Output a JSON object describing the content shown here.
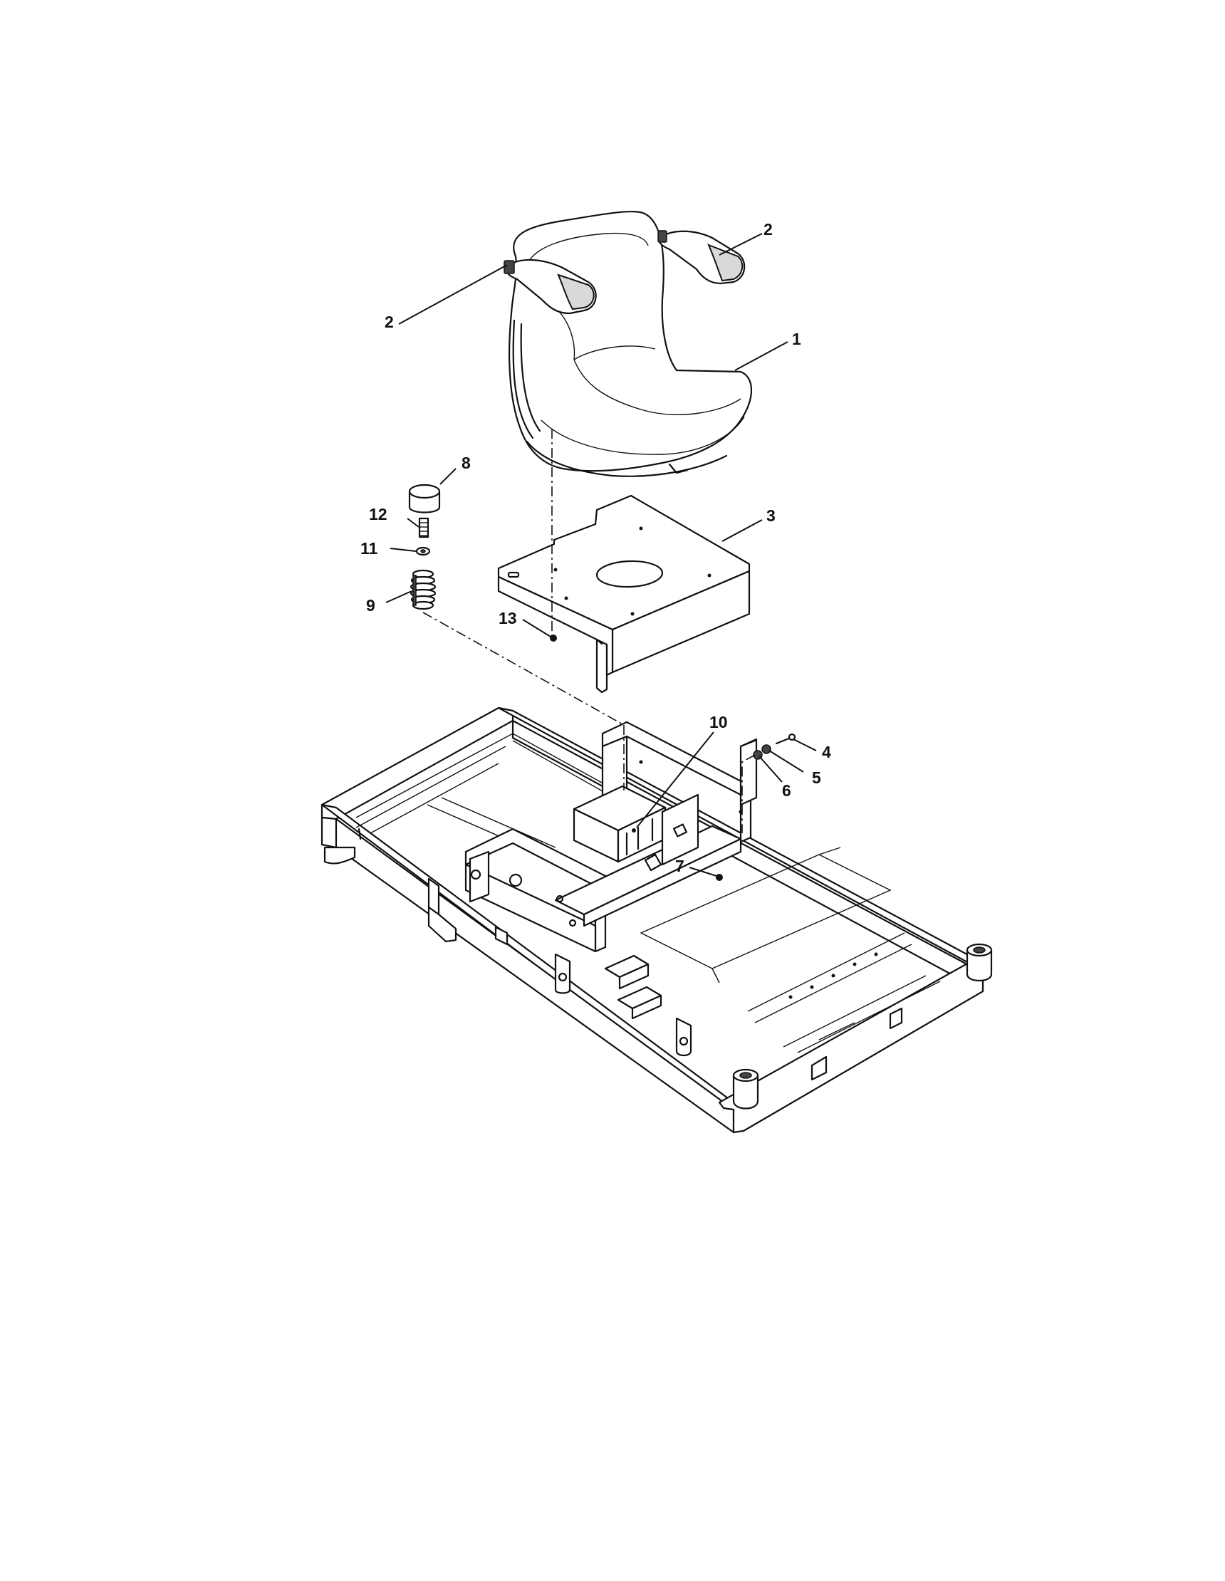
{
  "diagram": {
    "type": "exploded-parts-diagram",
    "callouts": [
      {
        "id": "c2a",
        "label": "2"
      },
      {
        "id": "c2b",
        "label": "2"
      },
      {
        "id": "c1",
        "label": "1"
      },
      {
        "id": "c8",
        "label": "8"
      },
      {
        "id": "c12",
        "label": "12"
      },
      {
        "id": "c11",
        "label": "11"
      },
      {
        "id": "c9",
        "label": "9"
      },
      {
        "id": "c3",
        "label": "3"
      },
      {
        "id": "c13",
        "label": "13"
      },
      {
        "id": "c10",
        "label": "10"
      },
      {
        "id": "c4",
        "label": "4"
      },
      {
        "id": "c5",
        "label": "5"
      },
      {
        "id": "c6",
        "label": "6"
      },
      {
        "id": "c7",
        "label": "7"
      }
    ],
    "colors": {
      "line": "#111111",
      "background": "#ffffff",
      "shade": "#d9d9d9"
    }
  }
}
